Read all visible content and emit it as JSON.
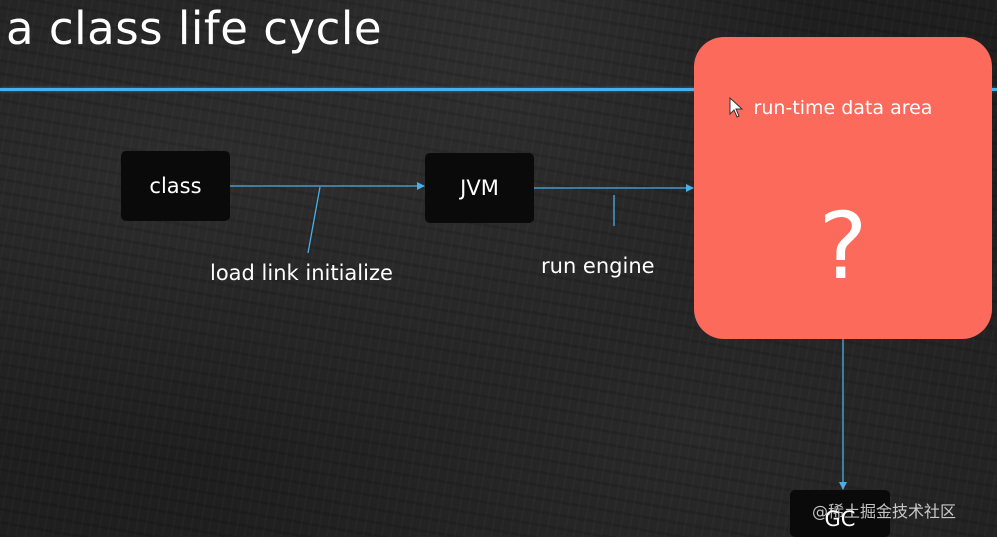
{
  "title": "a class life cycle",
  "nodes": {
    "class": "class",
    "jvm": "JVM",
    "runtime": {
      "label": "run-time data area",
      "symbol": "?"
    },
    "gc": "GC"
  },
  "callouts": {
    "load": "load link initialize",
    "run": "run engine"
  },
  "watermark": "@稀土掘金技术社区",
  "colors": {
    "accent": "#4aaee8",
    "runtime_box": "#fb6a5a",
    "node_bg": "#0a0a0a"
  },
  "icons": {
    "cursor": "mouse-pointer-icon"
  }
}
